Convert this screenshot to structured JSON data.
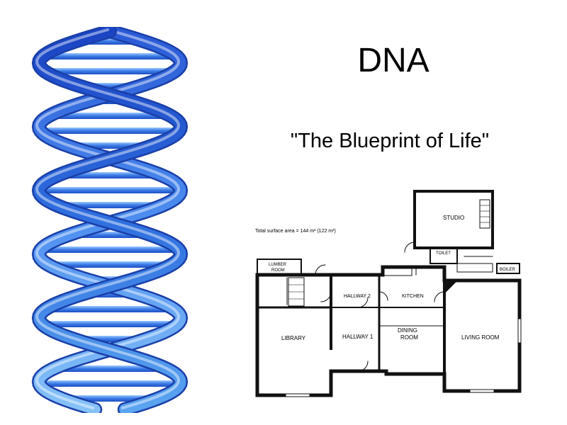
{
  "slide": {
    "title": "DNA",
    "subtitle": "\"The Blueprint of Life\""
  },
  "floorplan": {
    "total_area": "Total surface area = 144 m² (122 m²)",
    "rooms": {
      "studio": "STUDIO",
      "toilet": "TOILET",
      "boiler": "BOILER",
      "lumber_room_line1": "LUMBER",
      "lumber_room_line2": "ROOM",
      "hallway2": "HALLWAY 2",
      "kitchen": "KITCHEN",
      "library": "LIBRARY",
      "hallway1": "HALLWAY 1",
      "dining_line1": "DINING",
      "dining_line2": "ROOM",
      "living_room": "LIVING ROOM"
    }
  },
  "colors": {
    "helix_dark": "#1f52c9",
    "helix_light": "#7fb8f5",
    "wall": "#111111"
  },
  "icons": {
    "helix": "dna-double-helix-image",
    "plan": "floor-plan-image"
  }
}
